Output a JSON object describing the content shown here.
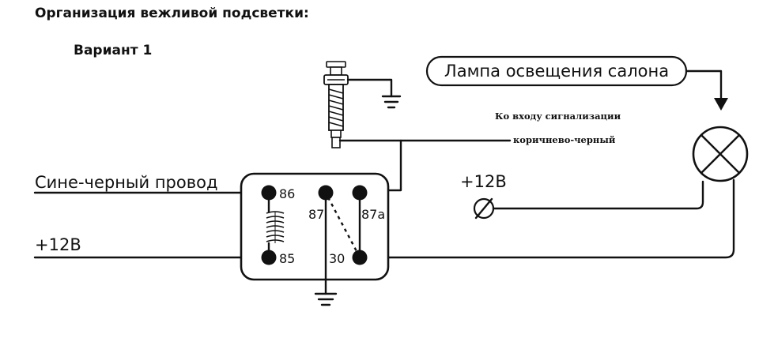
{
  "title": "Организация  вежливой подсветки:",
  "variant": "Вариант 1",
  "lamp_label": "Лампа освещения салона",
  "alarm_input_label": "Ко входу сигнализации",
  "wire_color_label": "коричнево-черный",
  "plus12_right": "+12В",
  "blue_black_wire": "Сине-черный провод",
  "plus12_left": "+12В",
  "pins": {
    "p86": "86",
    "p85": "85",
    "p87": "87",
    "p87a": "87a",
    "p30": "30"
  }
}
